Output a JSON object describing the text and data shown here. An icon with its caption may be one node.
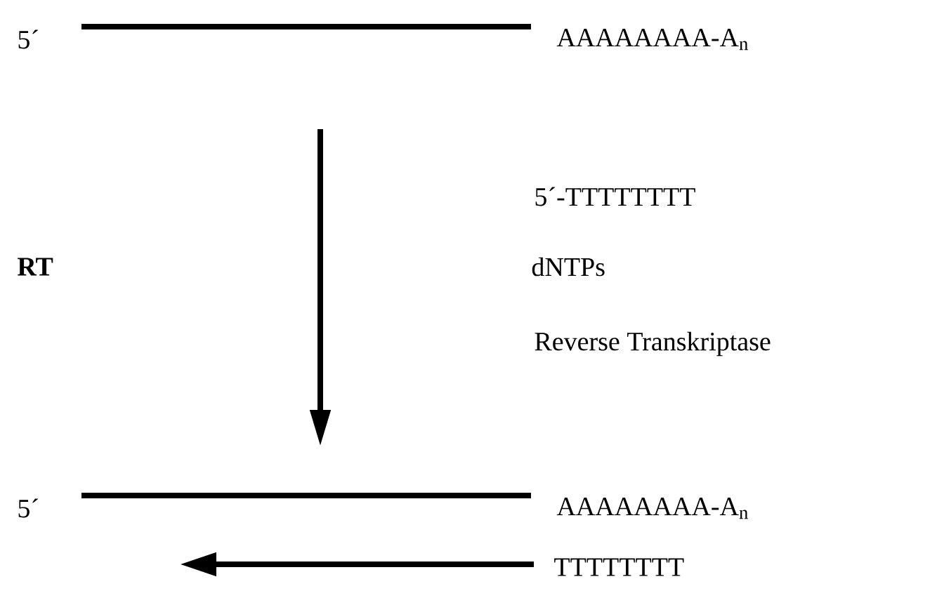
{
  "diagram": {
    "labels": [
      "5´",
      "AAAAAAAA-A$_{n}$",
      "5´-TTTTTTTT",
      "RT",
      "dNTPs",
      "Reverse Transkriptase",
      "5´",
      "AAAAAAAA-A$_{n}$",
      "TTTTTTTT"
    ]
  }
}
